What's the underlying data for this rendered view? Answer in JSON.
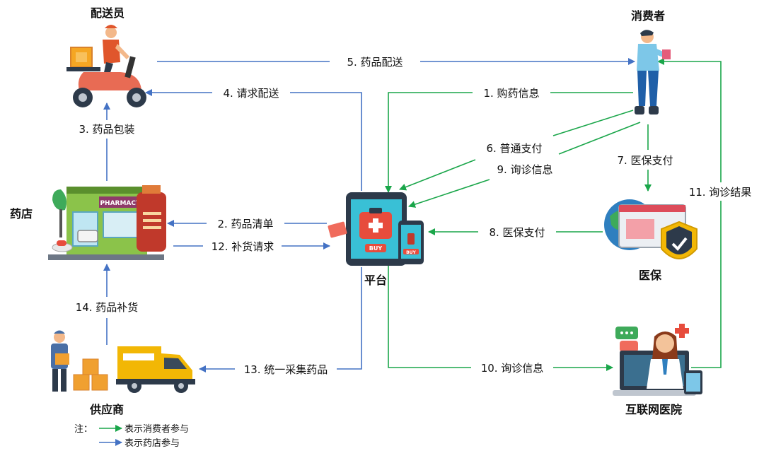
{
  "colors": {
    "consumer_flow": "#1aa64a",
    "pharmacy_flow": "#4472c4"
  },
  "nodes": {
    "courier": "配送员",
    "consumer": "消费者",
    "pharmacy": "药店",
    "platform": "平台",
    "insurance": "医保",
    "supplier": "供应商",
    "hospital": "互联网医院"
  },
  "icons": {
    "courier": "delivery-scooter-icon",
    "consumer": "person-reading-icon",
    "pharmacy": "pharmacy-store-icon",
    "platform": "tablet-shopping-icon",
    "insurance": "shield-checkmark-icon",
    "supplier": "delivery-truck-icon",
    "hospital": "doctor-video-call-icon"
  },
  "pharmacy_sign": "PHARMACY",
  "platform_buy": "BUY",
  "platform_buy_small": "BUY",
  "flows": {
    "f1": "1. 购药信息",
    "f2": "2. 药品清单",
    "f3": "3. 药品包装",
    "f4": "4. 请求配送",
    "f5": "5. 药品配送",
    "f6": "6. 普通支付",
    "f7": "7. 医保支付",
    "f8": "8. 医保支付",
    "f9": "9. 询诊信息",
    "f10": "10. 询诊信息",
    "f11": "11. 询诊结果",
    "f12": "12. 补货请求",
    "f13": "13. 统一采集药品",
    "f14": "14. 药品补货"
  },
  "legend": {
    "title": "注：",
    "consumer": "表示消费者参与",
    "pharmacy": "表示药店参与"
  }
}
